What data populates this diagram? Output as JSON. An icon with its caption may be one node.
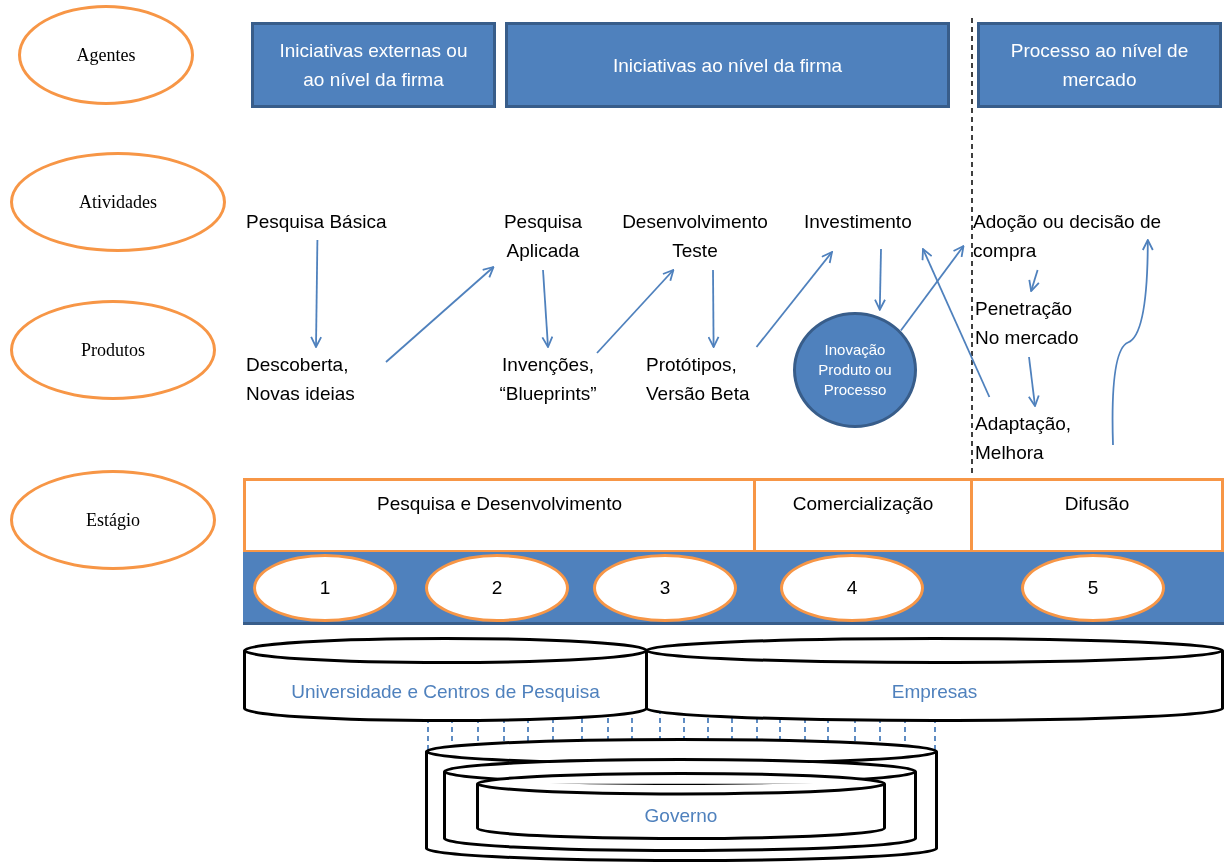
{
  "diagram": {
    "nodes": [
      {
        "text": [
          "Agentes"
        ]
      },
      {
        "text": [
          "Atividades"
        ]
      },
      {
        "text": [
          "Produtos"
        ]
      },
      {
        "text": [
          "Estágio"
        ]
      },
      {
        "text": [
          "Iniciativas externas ou ao nível da firma"
        ]
      },
      {
        "text": [
          "Iniciativas ao nível da firma"
        ]
      },
      {
        "text": [
          "Processo ao nível de mercado"
        ]
      },
      {
        "text": [
          "Pesquisa Básica"
        ]
      },
      {
        "text": [
          "Descoberta, Novas ideias"
        ]
      },
      {
        "text": [
          "Pesquisa Aplicada"
        ]
      },
      {
        "text": [
          "Invenções, “Blueprints”"
        ]
      },
      {
        "text": [
          "Desenvolvimento Teste"
        ]
      },
      {
        "text": [
          "Protótipos, Versão Beta"
        ]
      },
      {
        "text": [
          "Investimento"
        ]
      },
      {
        "text": [
          "Inovação Produto ou Processo"
        ]
      },
      {
        "text": [
          "Adoção ou decisão de compra"
        ]
      },
      {
        "text": [
          "Penetração No mercado"
        ]
      },
      {
        "text": [
          "Adaptação, Melhora"
        ]
      },
      {
        "text": [
          "Pesquisa e Desenvolvimento"
        ]
      },
      {
        "text": [
          "Comercialização"
        ]
      },
      {
        "text": [
          "Difusão"
        ]
      },
      {
        "text": [],
        "shape": "bar"
      },
      {
        "text": [
          "1"
        ],
        "in": 21
      },
      {
        "text": [
          "2"
        ],
        "in": 21
      },
      {
        "text": [
          "3"
        ],
        "in": 21
      },
      {
        "text": [
          "4"
        ],
        "in": 21
      },
      {
        "text": [
          "5"
        ],
        "in": 21
      },
      {
        "text": [
          "Universidade e Centros de Pesquisa"
        ]
      },
      {
        "text": [
          "Empresas"
        ]
      },
      {
        "text": [],
        "shape": "cylinder"
      },
      {
        "text": [],
        "shape": "cylinder",
        "in": 29
      },
      {
        "text": [
          "Governo"
        ],
        "in": 30
      }
    ],
    "edges": [
      {
        "from": 7,
        "to": 8,
        "arrow": "to"
      },
      {
        "from": 8,
        "to": 9,
        "arrow": "to"
      },
      {
        "from": 9,
        "to": 10,
        "arrow": "to"
      },
      {
        "from": 10,
        "to": 11,
        "arrow": "to"
      },
      {
        "from": 11,
        "to": 12,
        "arrow": "to"
      },
      {
        "from": 12,
        "to": 13,
        "arrow": "to"
      },
      {
        "from": 13,
        "to": 14,
        "arrow": "to"
      },
      {
        "from": 14,
        "to": 15,
        "arrow": "to"
      },
      {
        "from": 17,
        "to": 13,
        "arrow": "to"
      },
      {
        "from": 15,
        "to": 16,
        "arrow": "to"
      },
      {
        "from": 16,
        "to": 17,
        "arrow": "to"
      },
      {
        "from": 17,
        "to": 15,
        "arrow": "to"
      },
      {
        "from": 27,
        "to": 29,
        "arrow": "none",
        "style": "dashed"
      },
      {
        "from": 27,
        "to": 29,
        "arrow": "none",
        "style": "dashed"
      },
      {
        "from": 27,
        "to": 29,
        "arrow": "none",
        "style": "dashed"
      },
      {
        "from": 27,
        "to": 29,
        "arrow": "none",
        "style": "dashed"
      },
      {
        "from": 27,
        "to": 29,
        "arrow": "none",
        "style": "dashed"
      },
      {
        "from": 27,
        "to": 29,
        "arrow": "none",
        "style": "dashed"
      },
      {
        "from": 27,
        "to": 29,
        "arrow": "none",
        "style": "dashed"
      },
      {
        "from": 27,
        "to": 29,
        "arrow": "none",
        "style": "dashed"
      },
      {
        "from": 27,
        "to": 29,
        "arrow": "none",
        "style": "dashed"
      },
      {
        "from": 28,
        "to": 29,
        "arrow": "none",
        "style": "dashed"
      },
      {
        "from": 28,
        "to": 29,
        "arrow": "none",
        "style": "dashed"
      },
      {
        "from": 28,
        "to": 29,
        "arrow": "none",
        "style": "dashed"
      },
      {
        "from": 28,
        "to": 29,
        "arrow": "none",
        "style": "dashed"
      },
      {
        "from": 28,
        "to": 29,
        "arrow": "none",
        "style": "dashed"
      },
      {
        "from": 28,
        "to": 29,
        "arrow": "none",
        "style": "dashed"
      },
      {
        "from": 28,
        "to": 29,
        "arrow": "none",
        "style": "dashed"
      },
      {
        "from": 28,
        "to": 29,
        "arrow": "none",
        "style": "dashed"
      },
      {
        "from": 28,
        "to": 29,
        "arrow": "none",
        "style": "dashed"
      },
      {
        "from": 28,
        "to": 29,
        "arrow": "none",
        "style": "dashed"
      },
      {
        "from": 28,
        "to": 29,
        "arrow": "none",
        "style": "dashed"
      },
      {
        "from": 28,
        "to": 29,
        "arrow": "none",
        "style": "dashed"
      }
    ]
  }
}
